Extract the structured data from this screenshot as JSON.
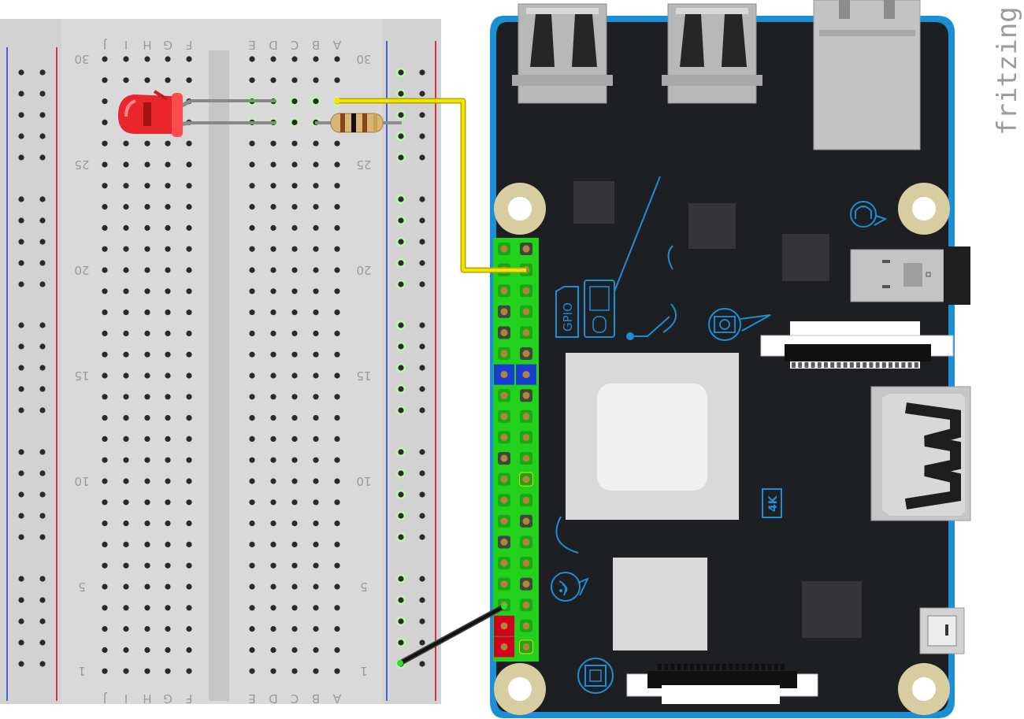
{
  "brand": {
    "label": "fritzing"
  },
  "breadboard": {
    "rows_top": [
      "J",
      "I",
      "H",
      "G",
      "F",
      "E",
      "D",
      "C",
      "B",
      "A"
    ],
    "rows_bottom": [
      "J",
      "I",
      "H",
      "G",
      "F",
      "E",
      "D",
      "C",
      "B",
      "A"
    ],
    "row_numbers": [
      "30",
      "25",
      "20",
      "15",
      "10",
      "5",
      "1"
    ],
    "row_numbers_right": [
      "30",
      "25",
      "20",
      "15",
      "10",
      "5",
      "1"
    ]
  },
  "board": {
    "gpio_label": "GPIO",
    "resolution_label": "4K"
  },
  "colors": {
    "board": "#1e1f22",
    "board_border": "#1a8fd6",
    "led": "#e8262b",
    "wire_yellow": "#f2e300",
    "wire_black": "#111111",
    "header_green": "#22d11c",
    "rail_red": "#d0021b",
    "rail_blue": "#1a3ccf"
  },
  "components": {
    "led": "led-red",
    "resistor": "resistor-brown-black-brown",
    "wires": [
      "yellow-wire-to-gpio",
      "black-wire-to-ground"
    ]
  }
}
